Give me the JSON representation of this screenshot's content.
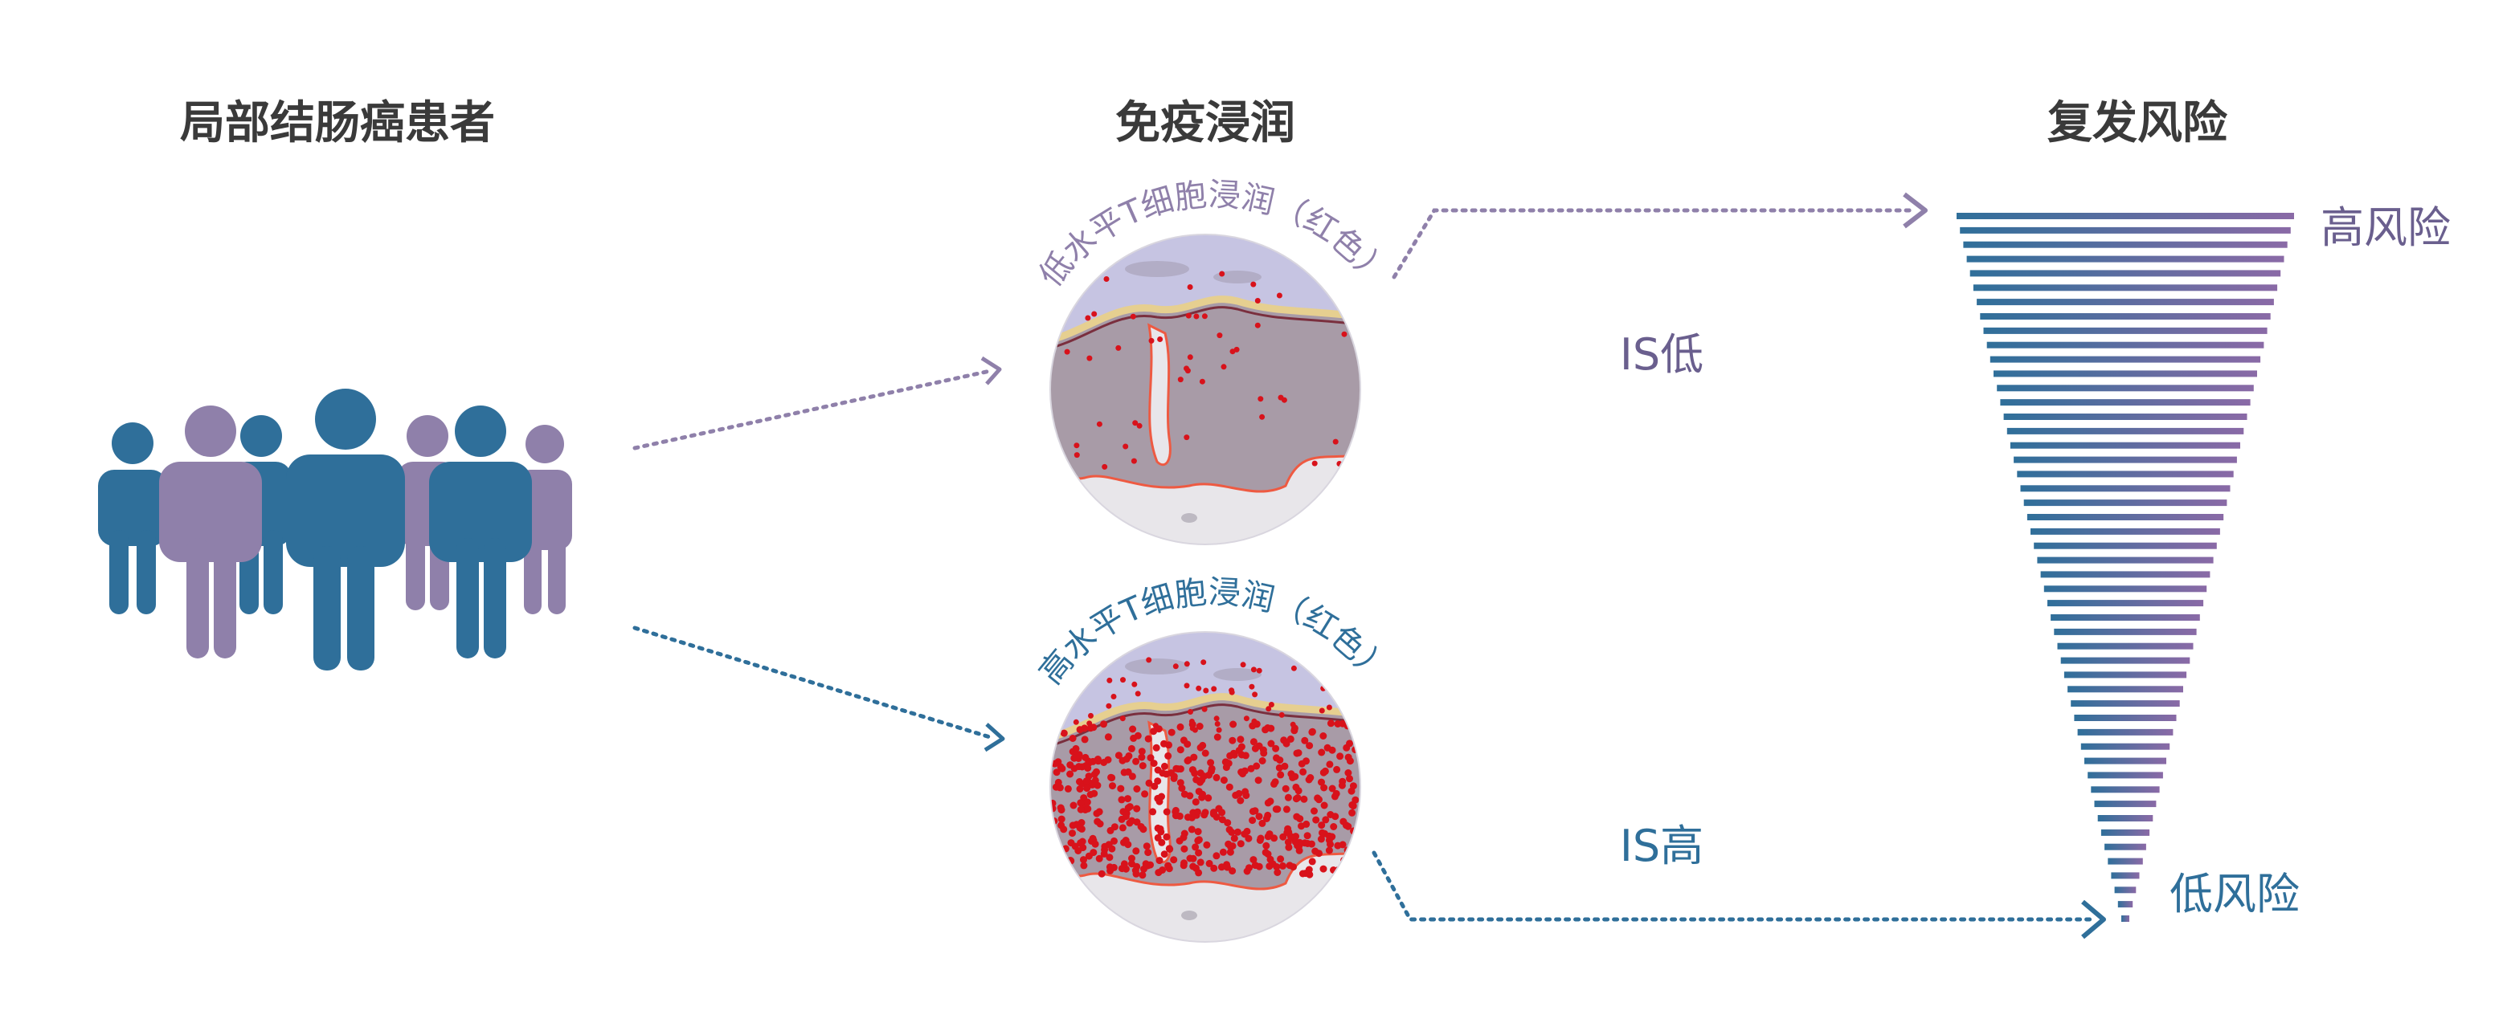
{
  "headings": {
    "patients": "局部结肠癌患者",
    "immune": "免疫浸润",
    "recurrence": "复发风险"
  },
  "samples": {
    "low": {
      "label": "低水平T细胞浸润（红色）",
      "level": "IS低"
    },
    "high": {
      "label": "高水平T细胞浸润（红色）",
      "level": "IS高"
    }
  },
  "risk": {
    "high_label": "高风险",
    "low_label": "低风险"
  },
  "colors": {
    "blue": "#2f6f9a",
    "purple": "#8f80aa",
    "text_dark": "#3a3a3a",
    "cell_red": "#d8121b",
    "tissue": "#a89ba7",
    "lumen": "#c6c4e2",
    "stroma": "#e8e6ea"
  },
  "icons": {
    "people": "people-group-icon",
    "arrow": "chevron-arrow-icon"
  }
}
